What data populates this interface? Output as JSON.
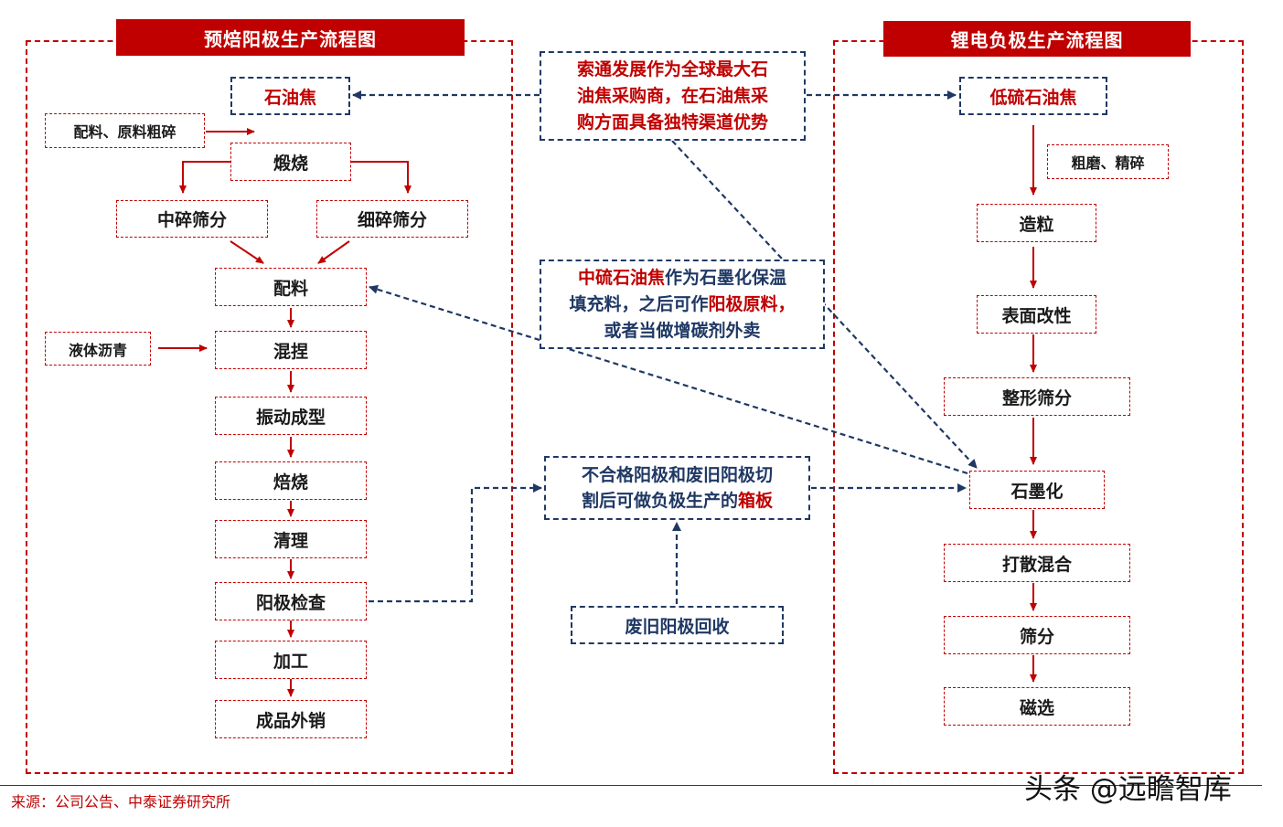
{
  "left_panel": {
    "title": "预焙阳极生产流程图",
    "petroleum_coke": "石油焦",
    "ingredient_crush": "配料、原料粗碎",
    "calcination": "煅烧",
    "medium_crush": "中碎筛分",
    "fine_crush": "细碎筛分",
    "batching": "配料",
    "liquid_pitch": "液体沥青",
    "kneading": "混捏",
    "vibration_forming": "振动成型",
    "baking": "焙烧",
    "cleaning": "清理",
    "anode_inspection": "阳极检查",
    "machining": "加工",
    "finished_sales": "成品外销"
  },
  "right_panel": {
    "title": "锂电负极生产流程图",
    "low_sulfur_coke": "低硫石油焦",
    "coarse_fine_grind": "粗磨、精碎",
    "granulation": "造粒",
    "surface_modification": "表面改性",
    "shaping_screening": "整形筛分",
    "graphitization": "石墨化",
    "dispersing_mixing": "打散混合",
    "screening": "筛分",
    "magnetic_separation": "磁选"
  },
  "center_notes": {
    "note1_line1": "索通发展作为全球最大石",
    "note1_line2": "油焦采购商，在石油焦采",
    "note1_line3": "购方面具备独特渠道优势",
    "note2_red1": "中硫石油焦",
    "note2_a": "作为石墨化保温",
    "note2_b": "填充料，之后可作",
    "note2_red2": "阳极原料",
    "note2_c": "，",
    "note2_d": "或者当做增碳剂外卖",
    "note3_line1": "不合格阳极和废旧阳极切",
    "note3_line2a": "割后可做负极生产的",
    "note3_red": "箱板",
    "note4": "废旧阳极回收"
  },
  "footer": {
    "source": "来源：公司公告、中泰证券研究所",
    "watermark": "头条 @远瞻智库"
  },
  "colors": {
    "accent_red": "#c00000",
    "navy": "#1f3864"
  }
}
